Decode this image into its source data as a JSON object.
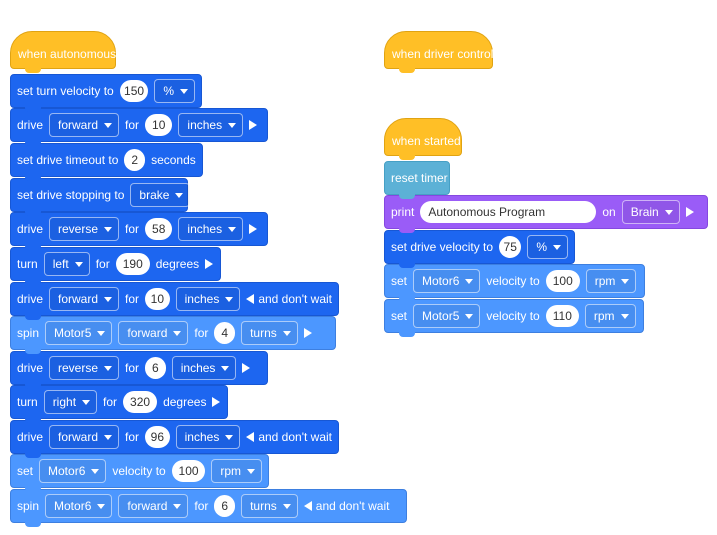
{
  "left_stack": {
    "hat": "when autonomous",
    "set_turn_velocity": {
      "label": "set turn velocity to",
      "value": "150",
      "unit": "%"
    },
    "drive1": {
      "label": "drive",
      "direction": "forward",
      "for": "for",
      "value": "10",
      "unit": "inches"
    },
    "set_drive_timeout": {
      "label": "set drive timeout to",
      "value": "2",
      "unit": "seconds"
    },
    "set_drive_stopping": {
      "label": "set drive stopping to",
      "mode": "brake"
    },
    "drive2": {
      "label": "drive",
      "direction": "reverse",
      "for": "for",
      "value": "58",
      "unit": "inches"
    },
    "turn1": {
      "label": "turn",
      "direction": "left",
      "for": "for",
      "value": "190",
      "unit": "degrees"
    },
    "drive3": {
      "label": "drive",
      "direction": "forward",
      "for": "for",
      "value": "10",
      "unit": "inches",
      "wait": "and don't wait"
    },
    "spin1": {
      "label": "spin",
      "motor": "Motor5",
      "direction": "forward",
      "for": "for",
      "value": "4",
      "unit": "turns"
    },
    "drive4": {
      "label": "drive",
      "direction": "reverse",
      "for": "for",
      "value": "6",
      "unit": "inches"
    },
    "turn2": {
      "label": "turn",
      "direction": "right",
      "for": "for",
      "value": "320",
      "unit": "degrees"
    },
    "drive5": {
      "label": "drive",
      "direction": "forward",
      "for": "for",
      "value": "96",
      "unit": "inches",
      "wait": "and don't wait"
    },
    "set_motor_velocity": {
      "label": "set",
      "motor": "Motor6",
      "mid": "velocity to",
      "value": "100",
      "unit": "rpm"
    },
    "spin2": {
      "label": "spin",
      "motor": "Motor6",
      "direction": "forward",
      "for": "for",
      "value": "6",
      "unit": "turns",
      "wait": "and don't wait"
    }
  },
  "driver_hat": "when driver control",
  "right_stack": {
    "hat": "when started",
    "reset_timer": "reset timer",
    "print": {
      "label": "print",
      "text": "Autonomous Program",
      "on": "on",
      "target": "Brain"
    },
    "set_drive_velocity": {
      "label": "set drive velocity to",
      "value": "75",
      "unit": "%"
    },
    "set_motor6": {
      "label": "set",
      "motor": "Motor6",
      "mid": "velocity to",
      "value": "100",
      "unit": "rpm"
    },
    "set_motor5": {
      "label": "set",
      "motor": "Motor5",
      "mid": "velocity to",
      "value": "110",
      "unit": "rpm"
    }
  },
  "colors": {
    "events": "#FFBF26",
    "drivetrain": "#1D66F0",
    "motion": "#4C97FF",
    "looks": "#9A5CF7",
    "sensing": "#5CB1D6"
  }
}
